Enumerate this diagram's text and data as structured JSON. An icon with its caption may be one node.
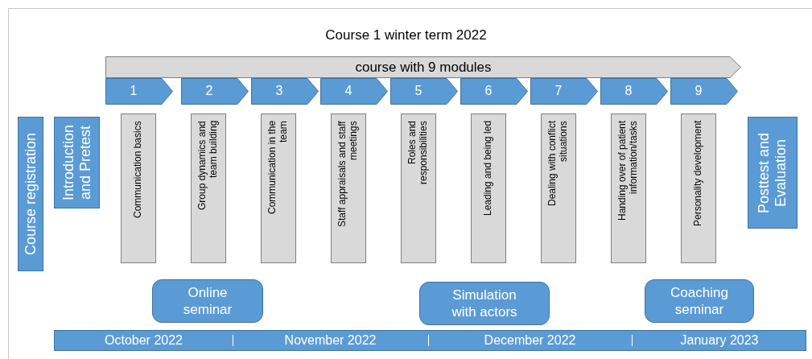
{
  "diagram": {
    "title": "Course 1 winter term 2022",
    "nodes": [
      {
        "text": [
          "course with 9 modules"
        ]
      },
      {
        "text": [
          "1"
        ]
      },
      {
        "text": [
          "2"
        ]
      },
      {
        "text": [
          "3"
        ]
      },
      {
        "text": [
          "4"
        ]
      },
      {
        "text": [
          "5"
        ]
      },
      {
        "text": [
          "6"
        ]
      },
      {
        "text": [
          "7"
        ]
      },
      {
        "text": [
          "8"
        ]
      },
      {
        "text": [
          "9"
        ]
      },
      {
        "text": [
          "Course registration"
        ]
      },
      {
        "text": [
          "Introduction and Pretest"
        ]
      },
      {
        "text": [
          "Communication basics"
        ]
      },
      {
        "text": [
          "Group dynamics and team building"
        ]
      },
      {
        "text": [
          "Communication in the team"
        ]
      },
      {
        "text": [
          "Staff appraisals and staff meetings"
        ]
      },
      {
        "text": [
          "Roles and responsibilities"
        ]
      },
      {
        "text": [
          "Leading and being led"
        ]
      },
      {
        "text": [
          "Dealing with conflict situations"
        ]
      },
      {
        "text": [
          "Handing over of patient information/tasks"
        ]
      },
      {
        "text": [
          "Personality development"
        ]
      },
      {
        "text": [
          "Posttest and Evaluation"
        ]
      },
      {
        "text": [
          "Online seminar"
        ]
      },
      {
        "text": [
          "Simulation with actors"
        ]
      },
      {
        "text": [
          "Coaching seminar"
        ]
      },
      {
        "text": [
          "October 2022",
          "November 2022",
          "December 2022",
          "January 2023"
        ]
      }
    ],
    "edges": []
  }
}
